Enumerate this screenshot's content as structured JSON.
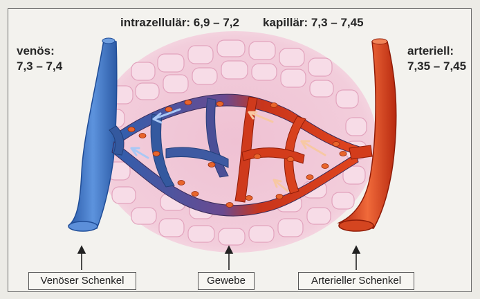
{
  "header": {
    "intracellular": "intrazellulär: 6,9 – 7,2",
    "capillary": "kapillär: 7,3 – 7,45"
  },
  "venous": {
    "label": "venös:",
    "value": "7,3 – 7,4"
  },
  "arterial": {
    "label": "arteriell:",
    "value": "7,35 – 7,45"
  },
  "labels": {
    "venous_limb": "Venöser Schenkel",
    "tissue": "Gewebe",
    "arterial_limb": "Arterieller Schenkel"
  },
  "colors": {
    "vein": "#3f78c8",
    "artery": "#d8401f",
    "tissue": "#f0c6d6",
    "cells": "#e7a3be"
  }
}
